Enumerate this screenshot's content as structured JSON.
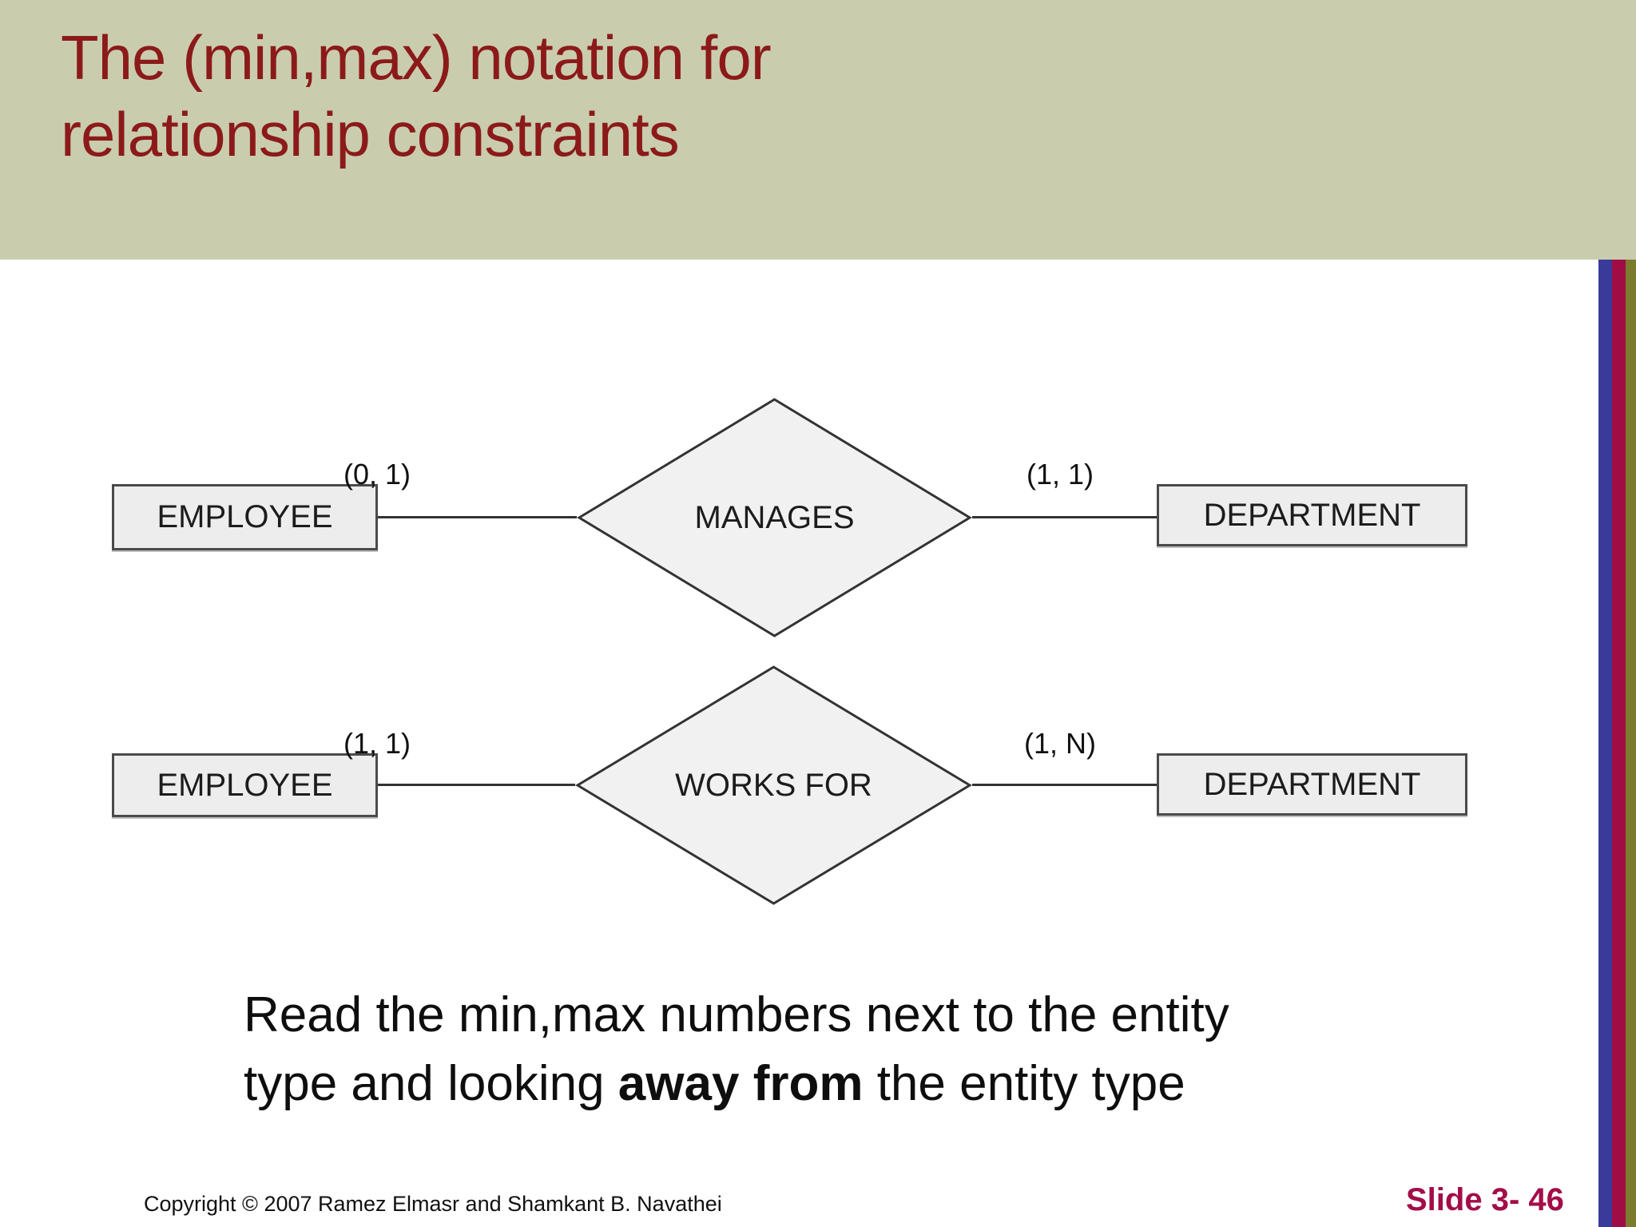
{
  "header": {
    "title_line1": "The (min,max) notation for",
    "title_line2": "relationship constraints"
  },
  "diagram": {
    "rows": [
      {
        "left_entity": "EMPLOYEE",
        "left_cardinality": "(0, 1)",
        "relationship": "MANAGES",
        "right_cardinality": "(1, 1)",
        "right_entity": "DEPARTMENT"
      },
      {
        "left_entity": "EMPLOYEE",
        "left_cardinality": "(1, 1)",
        "relationship": "WORKS FOR",
        "right_cardinality": "(1, N)",
        "right_entity": "DEPARTMENT"
      }
    ]
  },
  "note": {
    "line1": "Read the min,max numbers next to the entity",
    "line2_pre": "type and looking ",
    "line2_bold": "away from",
    "line2_post": " the entity type"
  },
  "footer": {
    "copyright": "Copyright © 2007 Ramez Elmasr and Shamkant B. Navathei",
    "slide_number": "Slide 3- 46"
  },
  "colors": {
    "header_bg": "#C9CDAE",
    "title_red": "#8C1A1A",
    "slide_number_red": "#A30D49",
    "stripe_blue": "#3A3A9A",
    "stripe_crimson": "#A00D45",
    "stripe_olive": "#7B7B2D",
    "entity_fill": "#EDEDED",
    "diamond_fill": "#F1F1F1",
    "line_color": "#333333"
  }
}
